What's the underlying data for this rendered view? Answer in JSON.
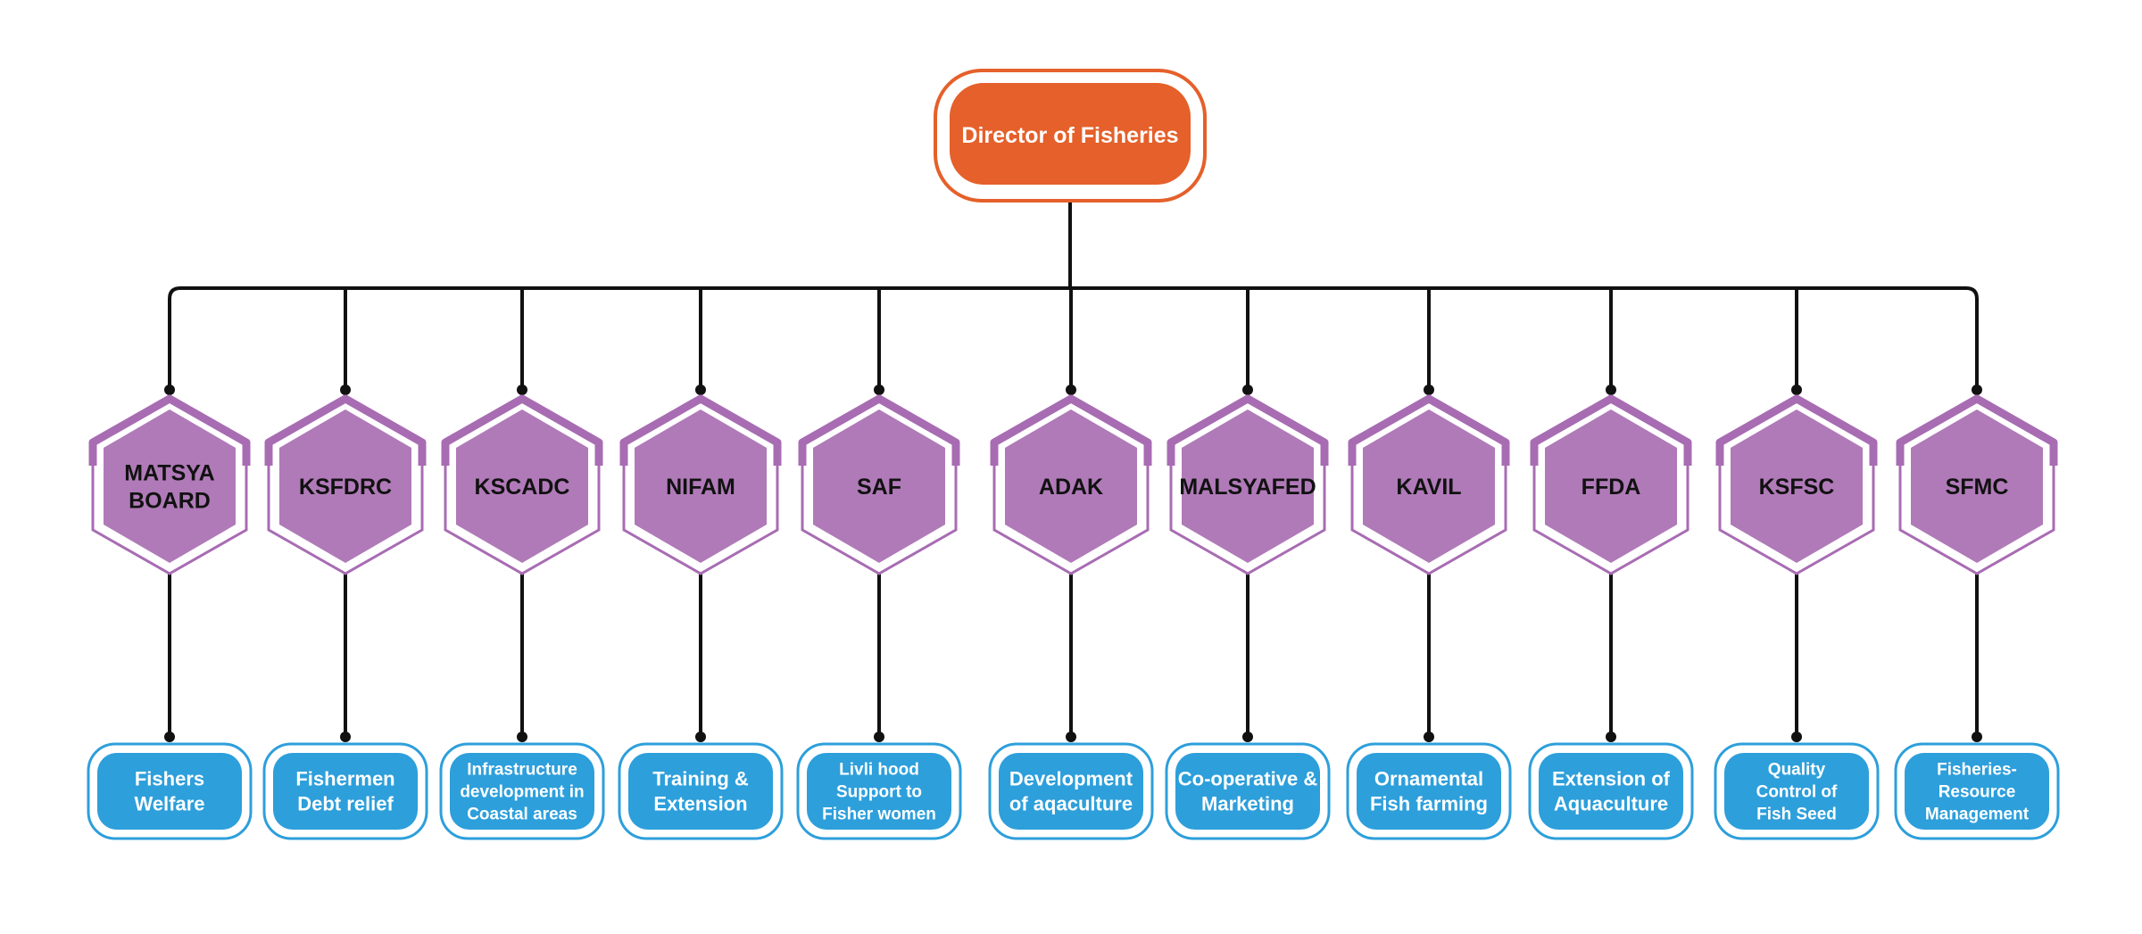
{
  "root": {
    "label": "Director of Fisheries"
  },
  "colors": {
    "root": "#e5602a",
    "org": "#b07ab8",
    "org_outline": "#a86cb3",
    "function": "#2d9fdb",
    "function_outline": "#2d9fdb",
    "connector": "#111111"
  },
  "organizations": [
    {
      "lines": [
        "MATSYA",
        "BOARD"
      ],
      "function_lines": [
        "Fishers",
        "Welfare"
      ]
    },
    {
      "lines": [
        "KSFDRC"
      ],
      "function_lines": [
        "Fishermen",
        "Debt relief"
      ]
    },
    {
      "lines": [
        "KSCADC"
      ],
      "function_lines": [
        "Infrastructure",
        "development in",
        "Coastal areas"
      ]
    },
    {
      "lines": [
        "NIFAM"
      ],
      "function_lines": [
        "Training &",
        "Extension"
      ]
    },
    {
      "lines": [
        "SAF"
      ],
      "function_lines": [
        "Livli hood",
        "Support to",
        "Fisher women"
      ]
    },
    {
      "lines": [
        "ADAK"
      ],
      "function_lines": [
        "Development",
        "of aqaculture"
      ]
    },
    {
      "lines": [
        "MALSYAFED"
      ],
      "function_lines": [
        "Co-operative &",
        "Marketing"
      ]
    },
    {
      "lines": [
        "KAVIL"
      ],
      "function_lines": [
        "Ornamental",
        "Fish farming"
      ]
    },
    {
      "lines": [
        "FFDA"
      ],
      "function_lines": [
        "Extension of",
        "Aquaculture"
      ]
    },
    {
      "lines": [
        "KSFSC"
      ],
      "function_lines": [
        "Quality",
        "Control of",
        "Fish Seed"
      ]
    },
    {
      "lines": [
        "SFMC"
      ],
      "function_lines": [
        "Fisheries-",
        "Resource",
        "Management"
      ]
    }
  ]
}
